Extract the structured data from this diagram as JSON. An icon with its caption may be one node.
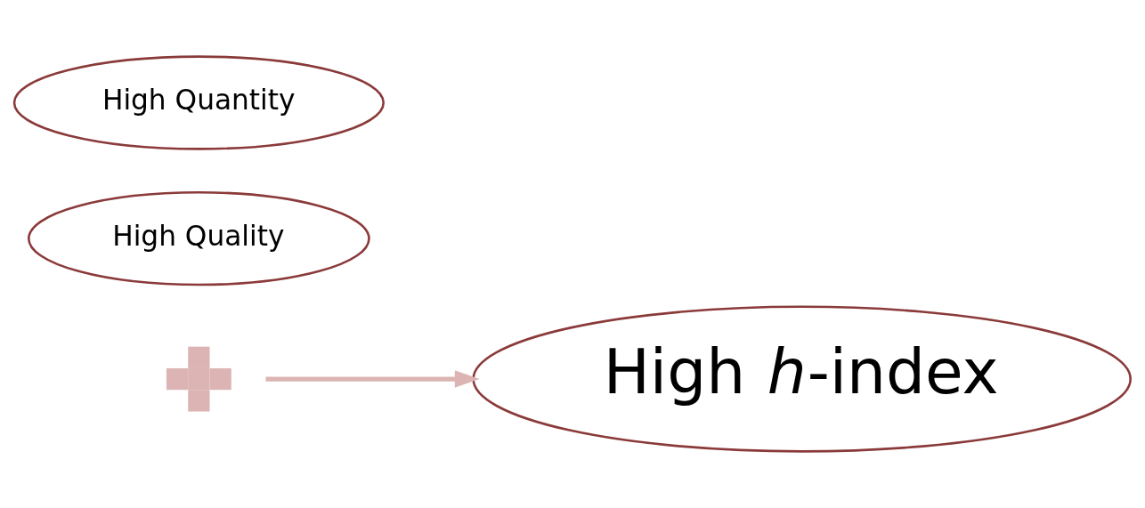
{
  "diagram": {
    "nodes": [
      {
        "text": [
          "High Quantity"
        ]
      },
      {
        "text": [],
        "shape": "plus"
      },
      {
        "text": [
          "High Quality"
        ]
      },
      {
        "text": [
          "High *h*-index"
        ]
      }
    ],
    "edges": [
      {
        "from": 1,
        "to": 3,
        "arrow": "to",
        "color": "#dcb4b4"
      }
    ]
  }
}
